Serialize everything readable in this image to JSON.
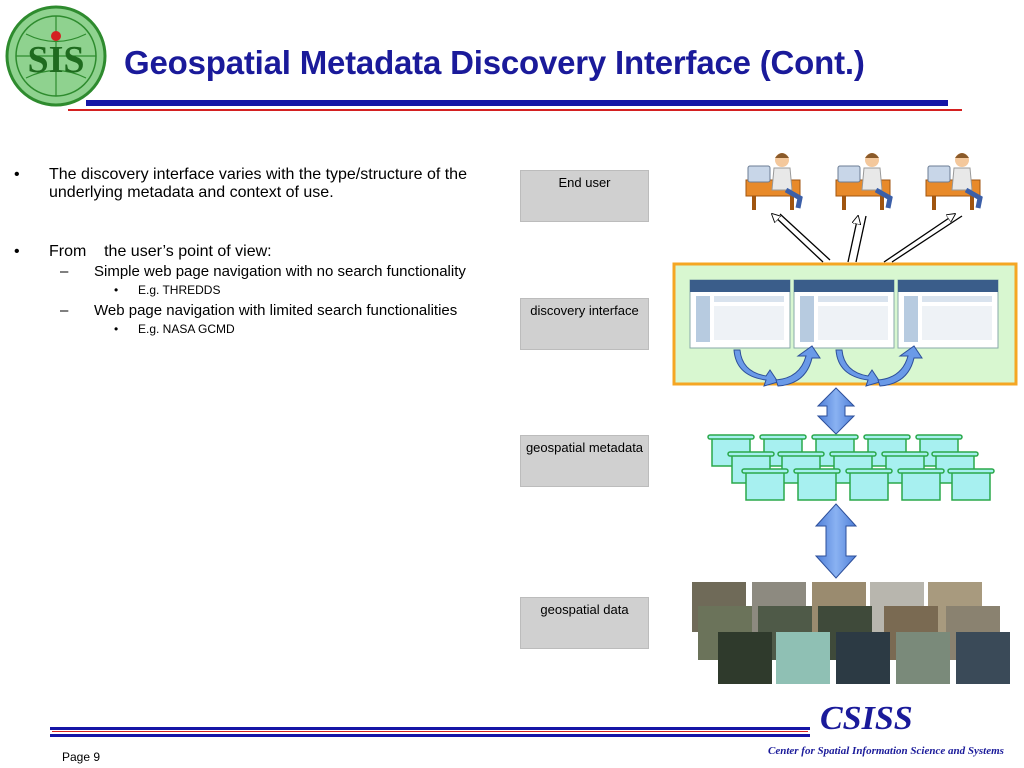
{
  "header": {
    "logo_text": "SIS",
    "title": "Geospatial Metadata Discovery Interface (Cont.)"
  },
  "bullets": {
    "items": [
      {
        "text": "The discovery interface varies with the type/structure of the underlying metadata and context of use.",
        "sub": []
      },
      {
        "text": "From    the user’s point of view:",
        "sub": [
          {
            "text": "Simple web page navigation with no search functionality",
            "sub": [
              "E.g. THREDDS"
            ]
          },
          {
            "text": "Web page navigation with limited search functionalities",
            "sub": [
              "E.g. NASA GCMD"
            ]
          }
        ]
      }
    ],
    "marker_level1": "•",
    "marker_level2": "–",
    "marker_level3": "•"
  },
  "diagram": {
    "labels": [
      {
        "id": "end-user",
        "text": "End user"
      },
      {
        "id": "discovery-interface",
        "text": "discovery interface"
      },
      {
        "id": "geospatial-metadata",
        "text": "geospatial metadata"
      },
      {
        "id": "geospatial-data",
        "text": "geospatial data"
      }
    ],
    "icons": {
      "users": "user-at-computer-icon",
      "screens": "web-page-screenshot-icon",
      "scrolls": "metadata-scroll-icon",
      "tiles": "satellite-image-tile-icon",
      "arrows": "double-arrow-icon"
    },
    "colors": {
      "interface_border": "#f5a623",
      "interface_fill": "#d8f7d0",
      "arrow_fill": "#6a9ae8",
      "scroll_fill": "#a7f0f0",
      "scroll_border": "#2aa84a",
      "label_fill": "#d0d0d0"
    }
  },
  "footer": {
    "brand": "CSISS",
    "brand_full": "Center for Spatial Information Science and Systems",
    "page_label": "Page  9"
  }
}
